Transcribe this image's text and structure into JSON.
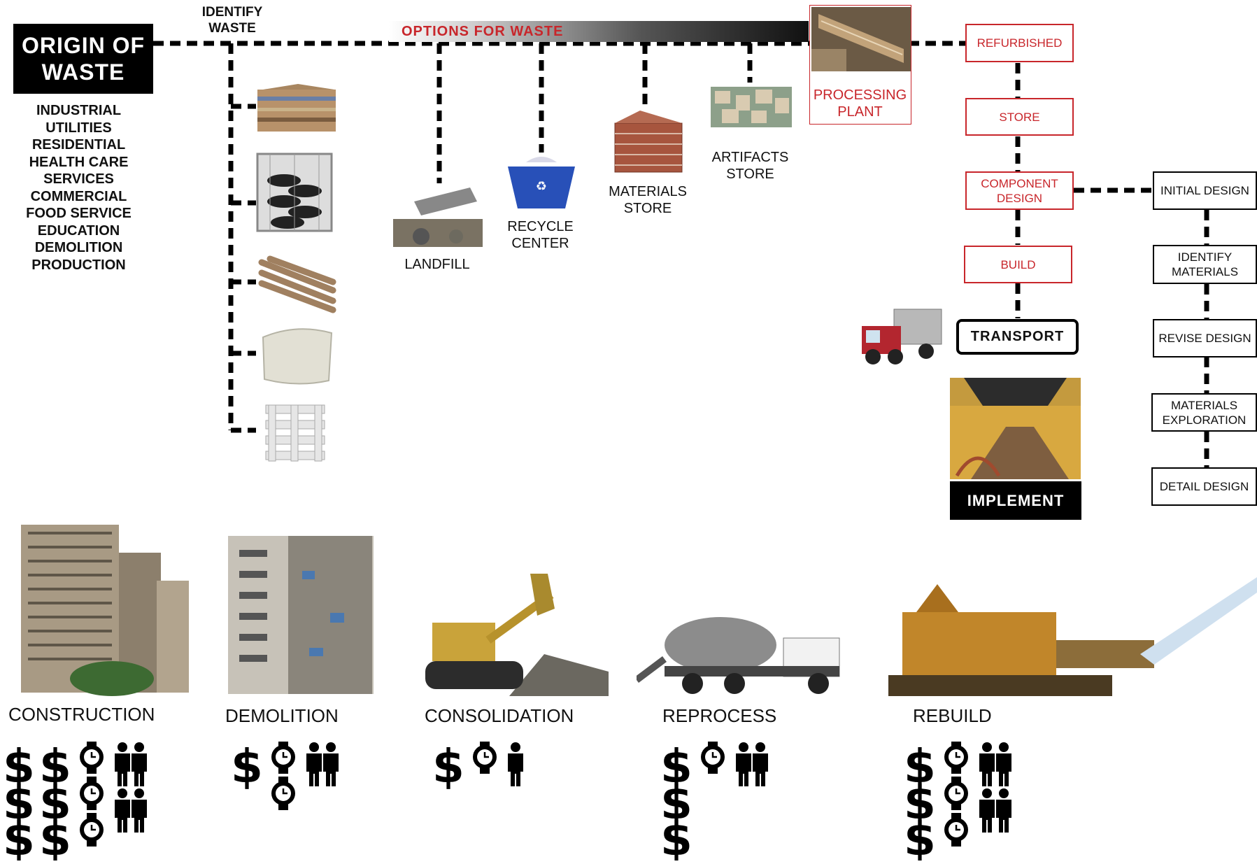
{
  "origin": {
    "title": "ORIGIN OF WASTE"
  },
  "origin_sources": [
    "INDUSTRIAL",
    "UTILITIES",
    "RESIDENTIAL",
    "HEALTH CARE",
    "SERVICES",
    "COMMERCIAL",
    "FOOD SERVICE",
    "EDUCATION",
    "DEMOLITION",
    "PRODUCTION"
  ],
  "identify_waste": "IDENTIFY WASTE",
  "options_for_waste": "OPTIONS FOR WASTE",
  "destinations": {
    "landfill": "LANDFILL",
    "recycle_center": "RECYCLE CENTER",
    "materials_store": "MATERIALS STORE",
    "artifacts_store": "ARTIFACTS STORE",
    "processing_plant": "PROCESSING PLANT"
  },
  "red_flow": [
    "REFURBISHED",
    "STORE",
    "COMPONENT DESIGN",
    "BUILD"
  ],
  "transport": "TRANSPORT",
  "implement": "IMPLEMENT",
  "design_flow": [
    "INITIAL DESIGN",
    "IDENTIFY MATERIALS",
    "REVISE DESIGN",
    "MATERIALS EXPLORATION",
    "DETAIL DESIGN"
  ],
  "stages": [
    {
      "label": "CONSTRUCTION",
      "cost": "$$$$$$",
      "time": 3,
      "people": 4
    },
    {
      "label": "DEMOLITION",
      "cost": "$",
      "time": 2,
      "people": 2
    },
    {
      "label": "CONSOLIDATION",
      "cost": "$",
      "time": 1,
      "people": 1
    },
    {
      "label": "REPROCESS",
      "cost": "$$$",
      "time": 1,
      "people": 2
    },
    {
      "label": "REBUILD",
      "cost": "$$$",
      "time": 3,
      "people": 4
    }
  ],
  "colors": {
    "accent_red": "#c8262b",
    "black": "#000000"
  }
}
